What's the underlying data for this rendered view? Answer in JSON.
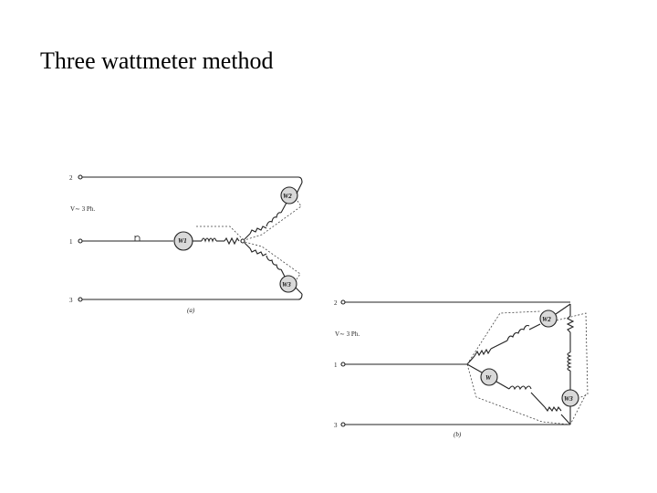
{
  "slide": {
    "title": "Three wattmeter method"
  },
  "diagram_a": {
    "terminals": [
      "2",
      "1",
      "3"
    ],
    "supply_label": "V∼ 3 Ph.",
    "meters": [
      "W1",
      "W2",
      "W3"
    ],
    "caption": "(a)"
  },
  "diagram_b": {
    "terminals": [
      "2",
      "1",
      "3"
    ],
    "supply_label": "V∼ 3 Ph.",
    "meters": [
      "W",
      "W2",
      "W3"
    ],
    "caption": "(b)"
  }
}
